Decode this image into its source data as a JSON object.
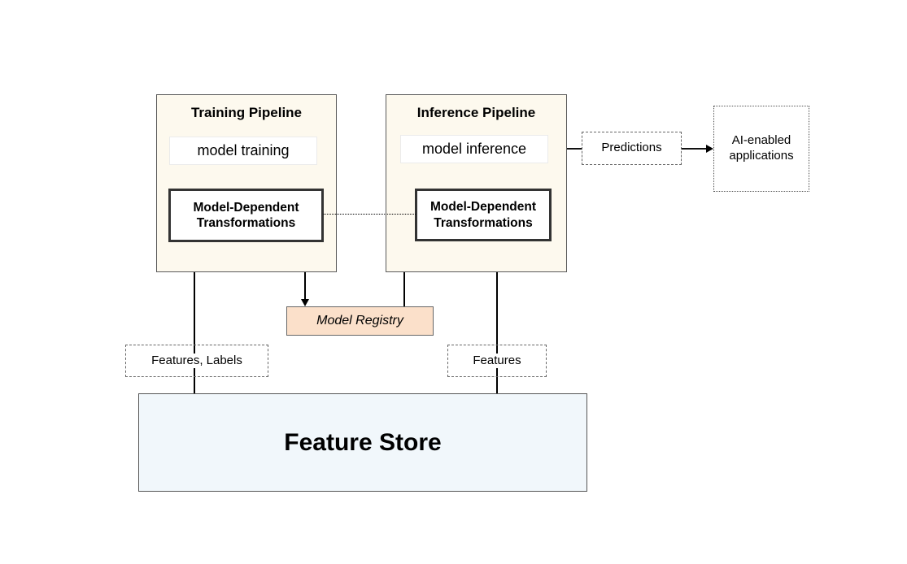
{
  "diagram": {
    "title_visible": false,
    "colors": {
      "pipeline_fill": "#fdf9ee",
      "pipeline_border": "#595959",
      "step_fill": "#ffffff",
      "transform_border": "#333333",
      "registry_fill": "#fbe0ca",
      "registry_border": "#666666",
      "store_fill": "#f1f7fb",
      "store_border": "#555555",
      "connector": "#000000",
      "canvas": "#ffffff"
    }
  },
  "training_pipeline": {
    "title": "Training Pipeline",
    "model_step": "model training",
    "transform_line1": "Model-Dependent",
    "transform_line2": "Transformations"
  },
  "inference_pipeline": {
    "title": "Inference Pipeline",
    "model_step": "model inference",
    "transform_line1": "Model-Dependent",
    "transform_line2": "Transformations"
  },
  "model_registry": {
    "label": "Model Registry"
  },
  "feature_store": {
    "label": "Feature Store"
  },
  "data_labels": {
    "features_labels": "Features, Labels",
    "features": "Features",
    "predictions": "Predictions"
  },
  "consumer": {
    "line1": "AI-enabled",
    "line2": "applications"
  }
}
